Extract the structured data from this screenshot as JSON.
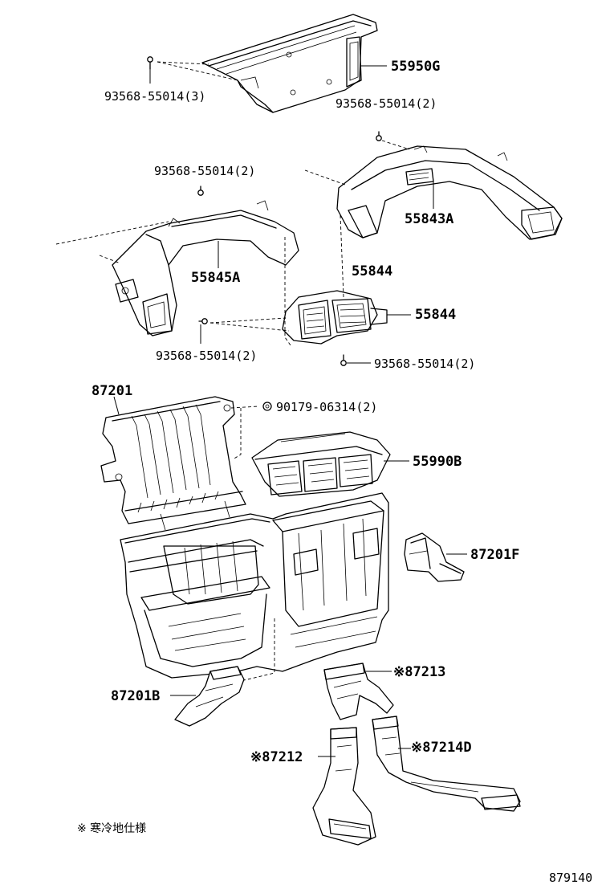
{
  "labels": {
    "p55950G": "55950G",
    "screw_55950G": "93568-55014(3)",
    "screw_55843A": "93568-55014(2)",
    "p55843A": "55843A",
    "screw_55845A": "93568-55014(2)",
    "p55845A": "55845A",
    "p55844_upper": "55844",
    "p55844_lower": "55844",
    "screw_lower_left": "93568-55014(2)",
    "screw_lower_right": "93568-55014(2)",
    "p87201": "87201",
    "nut_90179": "90179-06314(2)",
    "p55990B": "55990B",
    "p87201F": "87201F",
    "p87213": "※87213",
    "p87201B": "87201B",
    "p87212": "※87212",
    "p87214D": "※87214D"
  },
  "footnote": "※ 寒冷地仕様",
  "figure_number": "879140"
}
